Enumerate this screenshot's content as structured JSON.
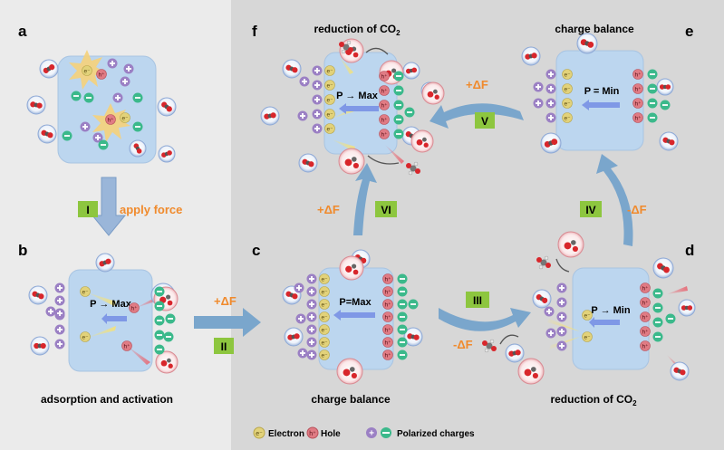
{
  "panels": {
    "a": {
      "letter": "a"
    },
    "b": {
      "letter": "b",
      "polarization": "P → Max",
      "caption": "adsorption and activation"
    },
    "c": {
      "letter": "c",
      "polarization": "P=Max",
      "caption": "charge balance"
    },
    "d": {
      "letter": "d",
      "polarization": "P → Min",
      "caption_main": "reduction of CO",
      "caption_sub": "2"
    },
    "e": {
      "letter": "e",
      "polarization": "P = Min",
      "caption": "charge balance"
    },
    "f": {
      "letter": "f",
      "polarization": "P → Max",
      "caption_main": "reduction of CO",
      "caption_sub": "2"
    }
  },
  "steps": {
    "I": {
      "badge": "I",
      "label": "apply force"
    },
    "II": {
      "badge": "II",
      "label": "+ΔF"
    },
    "III": {
      "badge": "III",
      "label": "-ΔF"
    },
    "IV": {
      "badge": "IV",
      "label": "-ΔF"
    },
    "V": {
      "badge": "V",
      "label": "+ΔF"
    },
    "VI": {
      "badge": "VI",
      "label": "+ΔF"
    }
  },
  "carriers": {
    "electron": "e⁻",
    "hole": "h⁺"
  },
  "legend": {
    "electron_icon": "e⁻",
    "electron_label": "Electron",
    "hole_icon": "h⁺",
    "hole_label": "Hole",
    "polarized_label": "Polarized charges"
  },
  "colors": {
    "left_bg": "#ebebeb",
    "right_bg": "#d7d7d7",
    "crystal": "#bcd6ef",
    "arrow": "#7aa6cc",
    "badge": "#8dc63f",
    "orange": "#f08a2c",
    "plus": "#9b80c4",
    "minus": "#3bb98b",
    "electron": "#e2d27a",
    "hole": "#e07b84"
  }
}
